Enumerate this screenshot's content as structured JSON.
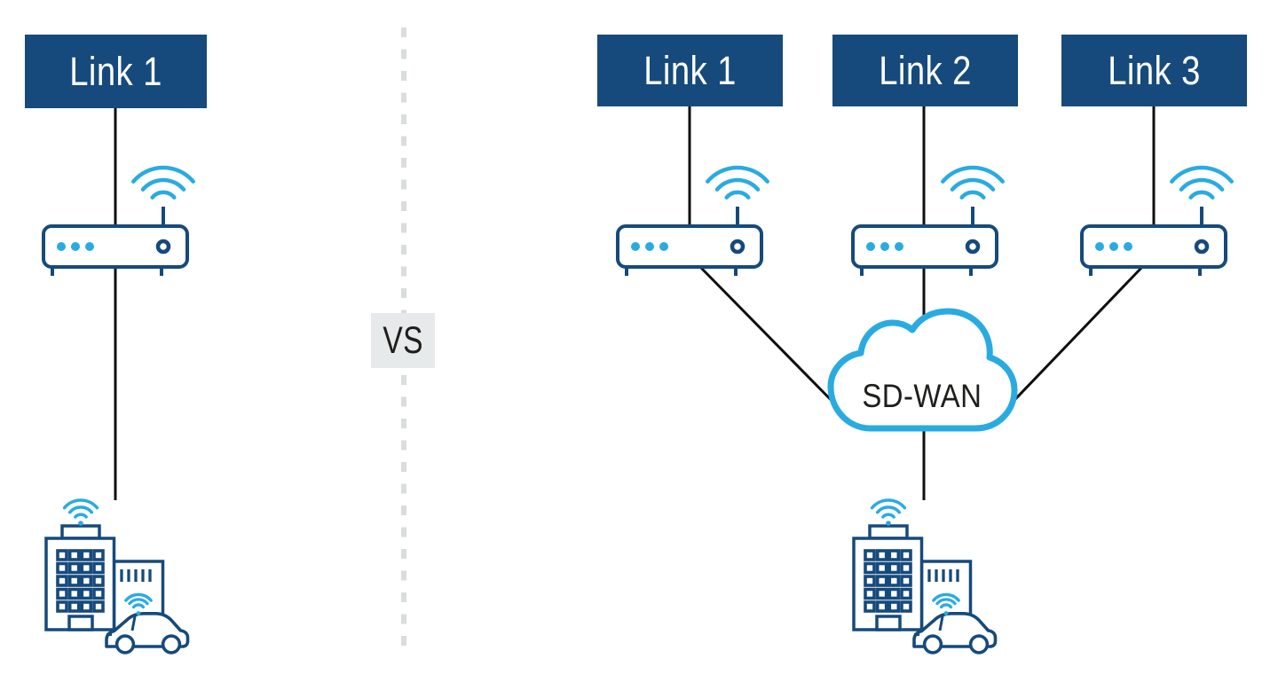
{
  "theme": {
    "navy": "#164A7C",
    "accent": "#29ABE2",
    "line": "#0F0F0F",
    "dash": "#D9DDDE",
    "vs_bg": "#E7EAEA",
    "ink": "#1E1E1C"
  },
  "left_panel": {
    "links": [
      {
        "label": "Link 1"
      }
    ]
  },
  "divider": {
    "vs_label": "VS"
  },
  "right_panel": {
    "links": [
      {
        "label": "Link 1"
      },
      {
        "label": "Link 2"
      },
      {
        "label": "Link 3"
      }
    ],
    "cloud_label": "SD-WAN"
  },
  "icons": {
    "router": "router-icon",
    "wifi": "wifi-icon",
    "cloud": "sdwan-cloud-icon",
    "building": "office-building-icon",
    "car": "connected-car-icon"
  }
}
